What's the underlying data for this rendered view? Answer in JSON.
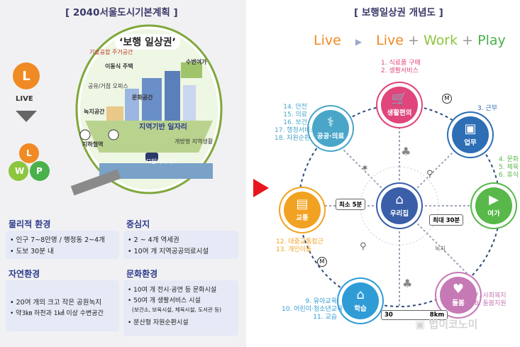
{
  "left": {
    "title": "[ 2040서울도시기본계획 ]",
    "bubble_title": "‘보행 일상권’",
    "live_letter": "L",
    "live_label": "LIVE",
    "lwp": [
      "L",
      "W",
      "P"
    ],
    "map_labels": {
      "a": "기술융합 주거공간",
      "b": "이동식 주택",
      "c": "수변여가",
      "d": "공유/거점 오피스",
      "e": "문화공간",
      "f": "녹지공간",
      "g": "지하철역",
      "h": "지역기반 일자리",
      "i": "개방형 지역생활",
      "j": "모빌리티허브"
    },
    "boxes": [
      {
        "head": "물리적 환경",
        "items": [
          "인구 7~8만명 / 행정동 2~4개",
          "도보 30분 내"
        ]
      },
      {
        "head": "중심지",
        "items": [
          "2 ~ 4개 역세권",
          "10여 개 지역공공의료시설"
        ]
      },
      {
        "head": "자연환경",
        "items": [
          "20여 개의 크고 작은 공원녹지",
          "약3㎞ 하천과 1㎢ 이상 수변공간"
        ]
      },
      {
        "head": "문화환경",
        "items": [
          "10여 개 전시·공연 등 문화시설",
          "50여 개 생활서비스 시설",
          "(보건소, 보육시설, 체육시설, 도서관 등)",
          "분산형 자원순환시설"
        ]
      }
    ]
  },
  "right": {
    "title": "[ 보행일상권 개념도 ]",
    "tagline": {
      "live": "Live",
      "arrow": "▶",
      "live2": "Live",
      "plus1": "+",
      "work": "Work",
      "plus2": "+",
      "play": "Play"
    },
    "nodes": {
      "center": "우리집",
      "top": "생활편의",
      "top_right": "업무",
      "right": "여가",
      "bottom_right": "돌봄",
      "bottom": "학습",
      "left": "교통",
      "top_left": "공공·의료"
    },
    "lists": {
      "top": [
        "1. 식료품 구매",
        "2. 생활서비스"
      ],
      "top_right": [
        "3. 근무"
      ],
      "right": [
        "4. 문화",
        "5. 체육",
        "6. 휴식"
      ],
      "bottom_right": [
        "7. 사회복지",
        "8. 돌봄지원"
      ],
      "bottom": [
        "9. 유아교육",
        "10. 어린이·청소년교육",
        "11. 교습"
      ],
      "left": [
        "12. 대중교통접근",
        "13. 개인이동"
      ],
      "top_left": [
        "14. 안전",
        "15. 의료",
        "16. 보건",
        "17. 행정서비스",
        "18. 자원순환"
      ]
    },
    "chips": {
      "min": "최소 5분",
      "max": "최대 30분",
      "range_a": "30",
      "range_b": "8km"
    },
    "markers": {
      "metro": "M",
      "green": "녹지"
    },
    "watermark": "법이코노미"
  },
  "colors": {
    "center": "#3a5fa8",
    "top": "#e0457c",
    "top_right": "#2d6eb5",
    "right": "#58b84a",
    "bottom_right": "#c67ab5",
    "bottom": "#2f9cd6",
    "left": "#f2a222",
    "top_left": "#4aa6c9",
    "live": "#f08a24",
    "work": "#8cc63f",
    "play": "#4ab04a",
    "arrow": "#e8161c"
  }
}
